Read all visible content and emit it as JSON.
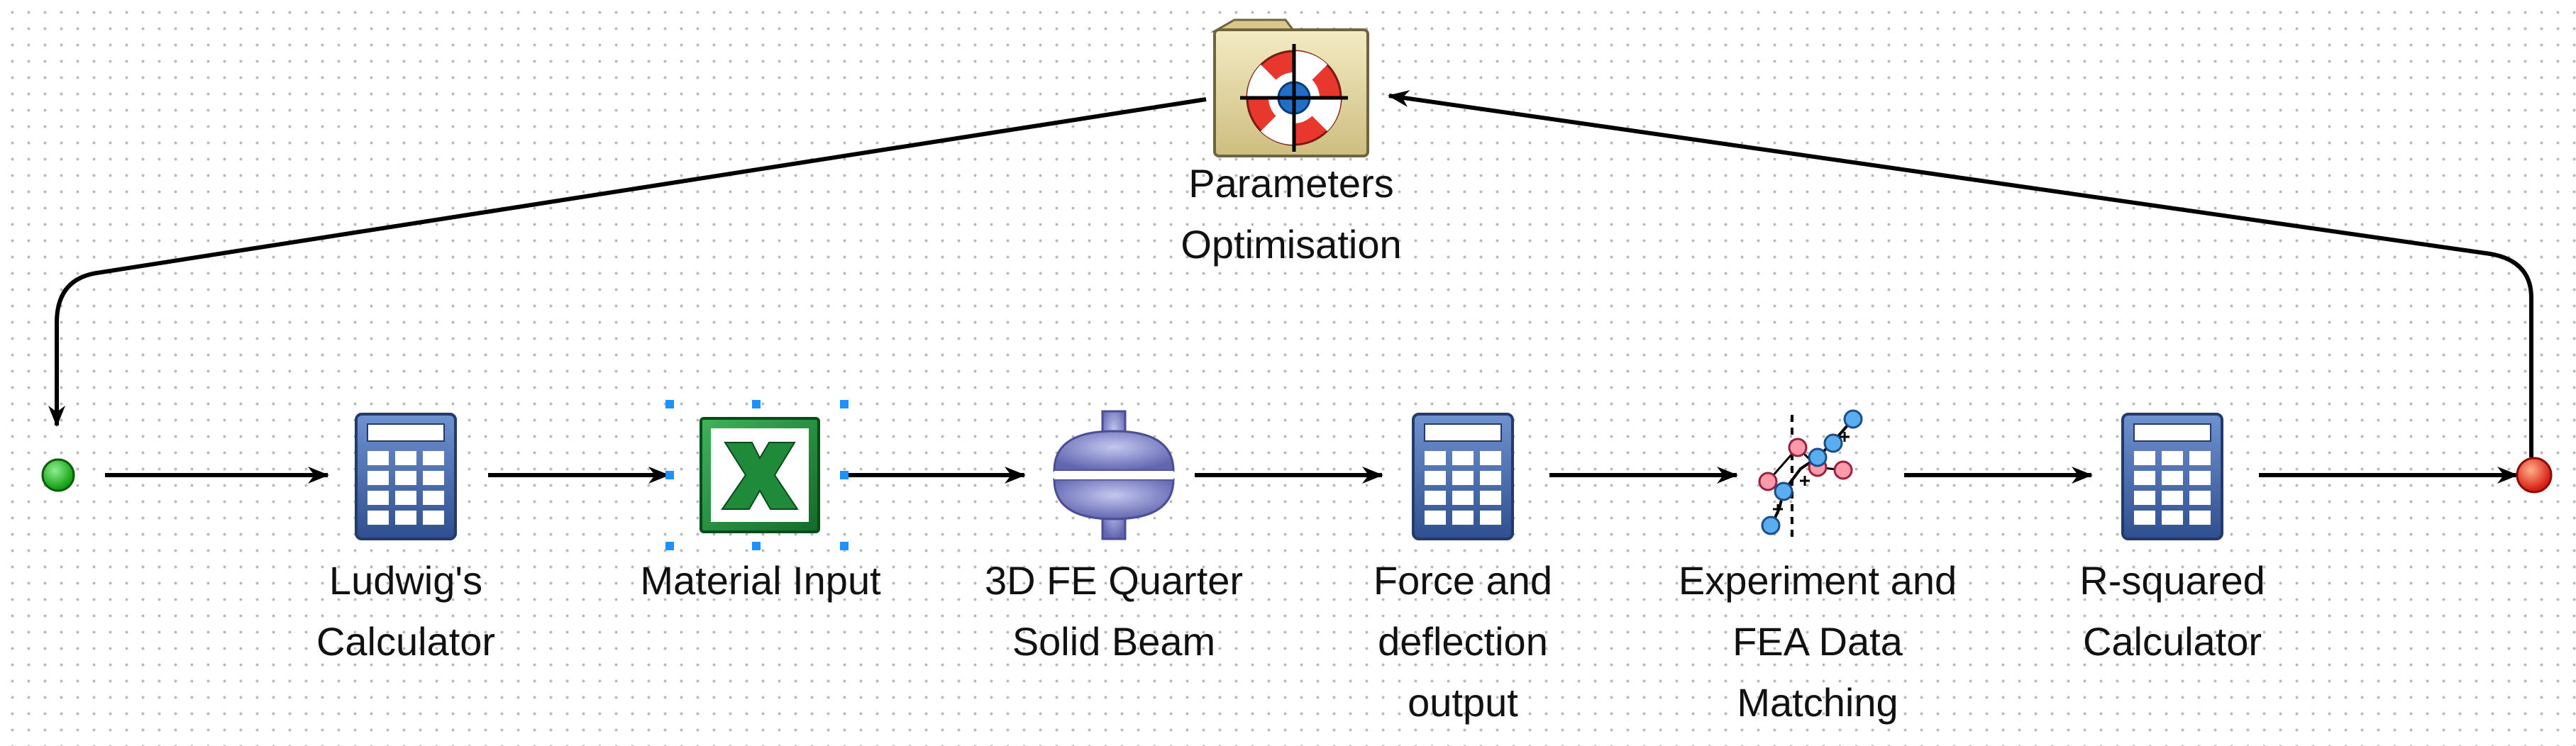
{
  "diagram": {
    "start_node": {
      "color": "#22b822"
    },
    "end_node": {
      "color": "#e0201a"
    },
    "nodes": [
      {
        "id": "parameters-optimisation",
        "icon": "lifebuoy-folder-icon",
        "lines": [
          "Parameters",
          "Optimisation"
        ]
      },
      {
        "id": "ludwigs-calculator",
        "icon": "calculator-icon",
        "lines": [
          "Ludwig's",
          "Calculator"
        ]
      },
      {
        "id": "material-input",
        "icon": "excel-icon",
        "selected": true,
        "lines": [
          "Material Input"
        ]
      },
      {
        "id": "3d-fe-quarter-solid-beam",
        "icon": "fe-solver-icon",
        "lines": [
          "3D FE Quarter",
          "Solid Beam"
        ]
      },
      {
        "id": "force-and-deflection-output",
        "icon": "calculator-icon",
        "lines": [
          "Force and",
          "deflection",
          "output"
        ]
      },
      {
        "id": "experiment-and-fea-data-matching",
        "icon": "data-matching-icon",
        "lines": [
          "Experiment and",
          "FEA Data",
          "Matching"
        ]
      },
      {
        "id": "r-squared-calculator",
        "icon": "calculator-icon",
        "lines": [
          "R-squared",
          "Calculator"
        ]
      }
    ],
    "colors": {
      "calculator_body": "#4a6fb0",
      "excel_green": "#1f8a3a",
      "solver_purple": "#7b7fc4",
      "selection_handles": "#1e90ff",
      "connector": "#000000"
    }
  }
}
